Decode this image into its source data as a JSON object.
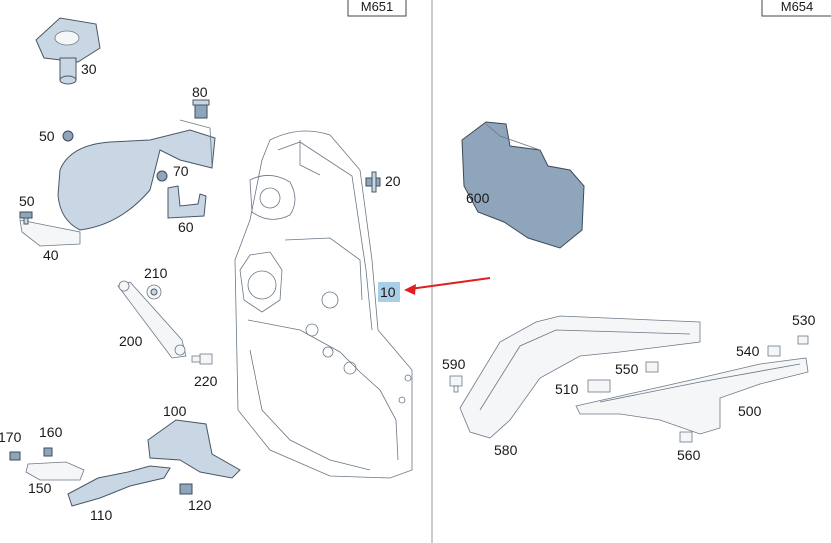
{
  "engines": {
    "left": "M651",
    "right": "M654"
  },
  "callouts": {
    "c30": "30",
    "c80": "80",
    "c50a": "50",
    "c70": "70",
    "c50b": "50",
    "c60": "60",
    "c40": "40",
    "c20": "20",
    "c210": "210",
    "c200": "200",
    "c220": "220",
    "c10": "10",
    "c170": "170",
    "c160": "160",
    "c100": "100",
    "c150": "150",
    "c110": "110",
    "c120": "120",
    "c600": "600",
    "c530": "530",
    "c590": "590",
    "c550": "550",
    "c540": "540",
    "c510": "510",
    "c500": "500",
    "c580": "580",
    "c560": "560"
  },
  "highlight": {
    "part": "10",
    "color": "#a9cfe8"
  },
  "colors": {
    "arrow": "#e02020",
    "part_fill": "#c9d6e3",
    "divider": "#9a9a9a"
  }
}
